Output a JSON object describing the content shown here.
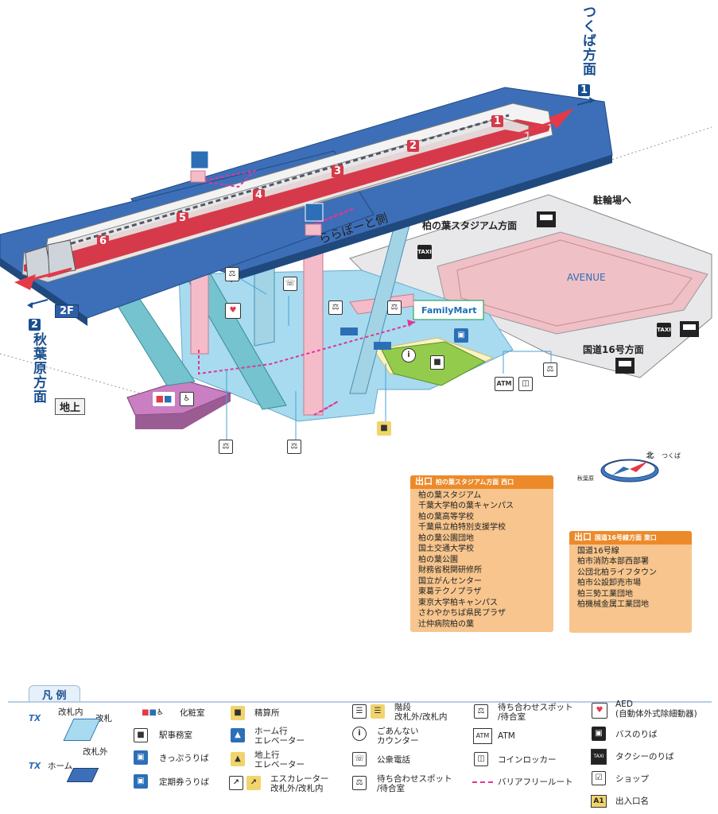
{
  "directions": {
    "tsukuba": "つくば方面",
    "tsukuba_num": "1",
    "akihabara": "秋葉原方面",
    "akihabara_num": "2"
  },
  "floors": {
    "upper": "2F",
    "ground": "地上"
  },
  "platform_numbers": [
    "1",
    "2",
    "3",
    "4",
    "5",
    "6"
  ],
  "labels": {
    "bike_parking": "駐輪場へ",
    "stadium_side": "柏の葉スタジアム方面",
    "lalaport_side": "ららぽーと側",
    "route16_side": "国道16号方面",
    "familymart": "FamilyMart",
    "avenue": "AVENUE"
  },
  "compass": {
    "north": "北",
    "tsukuba": "つくば",
    "akihabara": "秋葉原"
  },
  "exit_west": {
    "head": "出口",
    "head_sub": "柏の葉スタジアム方面 西口",
    "items": [
      "柏の葉スタジアム",
      "千葉大学柏の葉キャンパス",
      "柏の葉高等学校",
      "千葉県立柏特別支援学校",
      "柏の葉公園団地",
      "国土交通大学校",
      "柏の葉公園",
      "財務省税関研修所",
      "国立がんセンター",
      "東葛テクノプラザ",
      "東京大学柏キャンパス",
      "さわやかちば県民プラザ",
      "辻仲病院柏の葉"
    ]
  },
  "exit_east": {
    "head": "出口",
    "head_sub": "国道16号線方面 東口",
    "items": [
      "国道16号線",
      "柏市消防本部西部署",
      "公団北柏ライフタウン",
      "柏市公設卸売市場",
      "柏三勢工業団地",
      "柏機械金属工業団地"
    ]
  },
  "legend": {
    "title": "凡 例",
    "tx": "TX",
    "inside_gate": "改札内",
    "gate": "改札",
    "outside_gate": "改札外",
    "home": "ホーム",
    "items": {
      "toilet": "化粧室",
      "station_office": "駅事務室",
      "ticket": "きっぷうりば",
      "pass": "定期券うりば",
      "fare_adjust": "精算所",
      "home_elevator": "ホーム行\nエレベーター",
      "ground_elevator": "地上行\nエレベーター",
      "escalator": "エスカレーター\n改札外/改札内",
      "stairs": "階段\n改札外/改札内",
      "info": "ごあんない\nカウンター",
      "phone": "公衆電話",
      "wait_spot_a": "待ち合わせスポット\n/待合室",
      "wait_spot_b": "待ち合わせスポット\n/待合室",
      "atm": "ATM",
      "locker": "コインロッカー",
      "barrier_free": "バリアフリールート",
      "aed": "AED\n(自動体外式除細動器)",
      "bus": "バスのりば",
      "taxi": "タクシーのりば",
      "shop": "ショップ",
      "exit_name": "出入口名"
    },
    "badges": {
      "atm": "ATM",
      "taxi": "TAXI",
      "exit": "A1"
    }
  },
  "colors": {
    "platform": "#3d6fb8",
    "train_band": "#d63a4a",
    "concourse": "#a8dbef",
    "pillar": "#f4bcc9",
    "exit": "#ec8a2a",
    "route": "#e0359a"
  }
}
